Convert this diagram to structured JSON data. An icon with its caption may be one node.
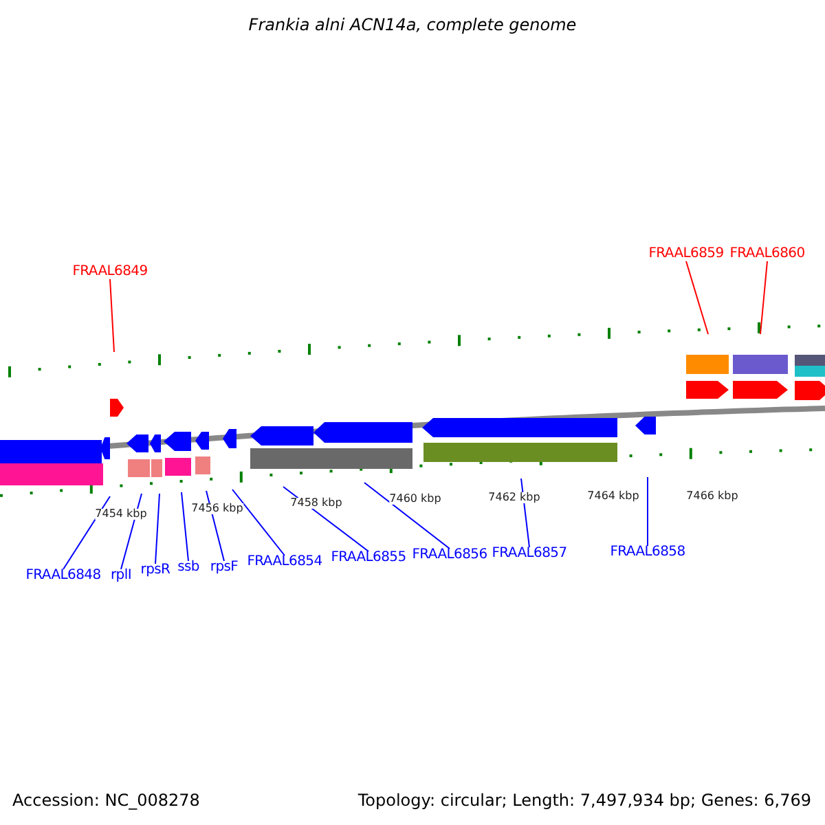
{
  "diagram": {
    "title": "Frankia alni ACN14a, complete genome",
    "nodes": [
      {
        "text": [
          "FRAAL6849"
        ]
      },
      {
        "text": [
          "FRAAL6859"
        ]
      },
      {
        "text": [
          "FRAAL6860"
        ]
      },
      {
        "text": [
          "FRAAL6848"
        ]
      },
      {
        "text": [
          "rplI"
        ]
      },
      {
        "text": [
          "rpsR"
        ]
      },
      {
        "text": [
          "ssb"
        ]
      },
      {
        "text": [
          "rpsF"
        ]
      },
      {
        "text": [
          "FRAAL6854"
        ]
      },
      {
        "text": [
          "FRAAL6855"
        ]
      },
      {
        "text": [
          "FRAAL6856"
        ]
      },
      {
        "text": [
          "FRAAL6857"
        ]
      },
      {
        "text": [
          "FRAAL6858"
        ]
      }
    ],
    "edges": [
      {
        "from": 0,
        "to": null,
        "arrow": "none",
        "color": "#ff0000"
      },
      {
        "from": 1,
        "to": null,
        "arrow": "none",
        "color": "#ff0000"
      },
      {
        "from": 2,
        "to": null,
        "arrow": "none",
        "color": "#ff0000"
      },
      {
        "from": 3,
        "to": null,
        "arrow": "none"
      },
      {
        "from": 4,
        "to": null,
        "arrow": "none"
      },
      {
        "from": 5,
        "to": null,
        "arrow": "none"
      },
      {
        "from": 6,
        "to": null,
        "arrow": "none"
      },
      {
        "from": 7,
        "to": null,
        "arrow": "none"
      },
      {
        "from": 8,
        "to": null,
        "arrow": "none"
      },
      {
        "from": 9,
        "to": null,
        "arrow": "none"
      },
      {
        "from": 10,
        "to": null,
        "arrow": "none"
      },
      {
        "from": 11,
        "to": null,
        "arrow": "none"
      },
      {
        "from": 12,
        "to": null,
        "arrow": "none"
      }
    ],
    "labels": [
      "7454 kbp",
      "7456 kbp",
      "7458 kbp",
      "7460 kbp",
      "7462 kbp",
      "7464 kbp",
      "7466 kbp",
      "Accession: NC_008278",
      "Topology: circular; Length: 7,497,934 bp; Genes: 6,769"
    ]
  }
}
